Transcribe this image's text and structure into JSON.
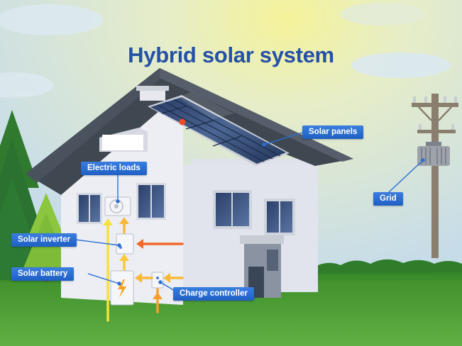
{
  "title": "Hybrid solar system",
  "colors": {
    "title": "#2450a8",
    "label_bg": "#2a6fd6",
    "wire_hot": "#f04a24",
    "wire_warm": "#f7e13a",
    "roof": "#454d58",
    "wall": "#e9ebf1",
    "grass": "#4e9e36",
    "sky_top": "#cfe2ec",
    "sun_glow": "#f3f29a"
  },
  "labels": {
    "solar_panels": "Solar panels",
    "electric_loads": "Electric loads",
    "grid": "Grid",
    "solar_inverter": "Solar inverter",
    "solar_battery": "Solar battery",
    "charge_controller": "Charge controller"
  },
  "icons": {
    "battery": "lightning-bolt-icon",
    "ac_unit": "air-conditioner-icon",
    "pole": "utility-pole-icon",
    "transformer": "transformer-icon"
  }
}
